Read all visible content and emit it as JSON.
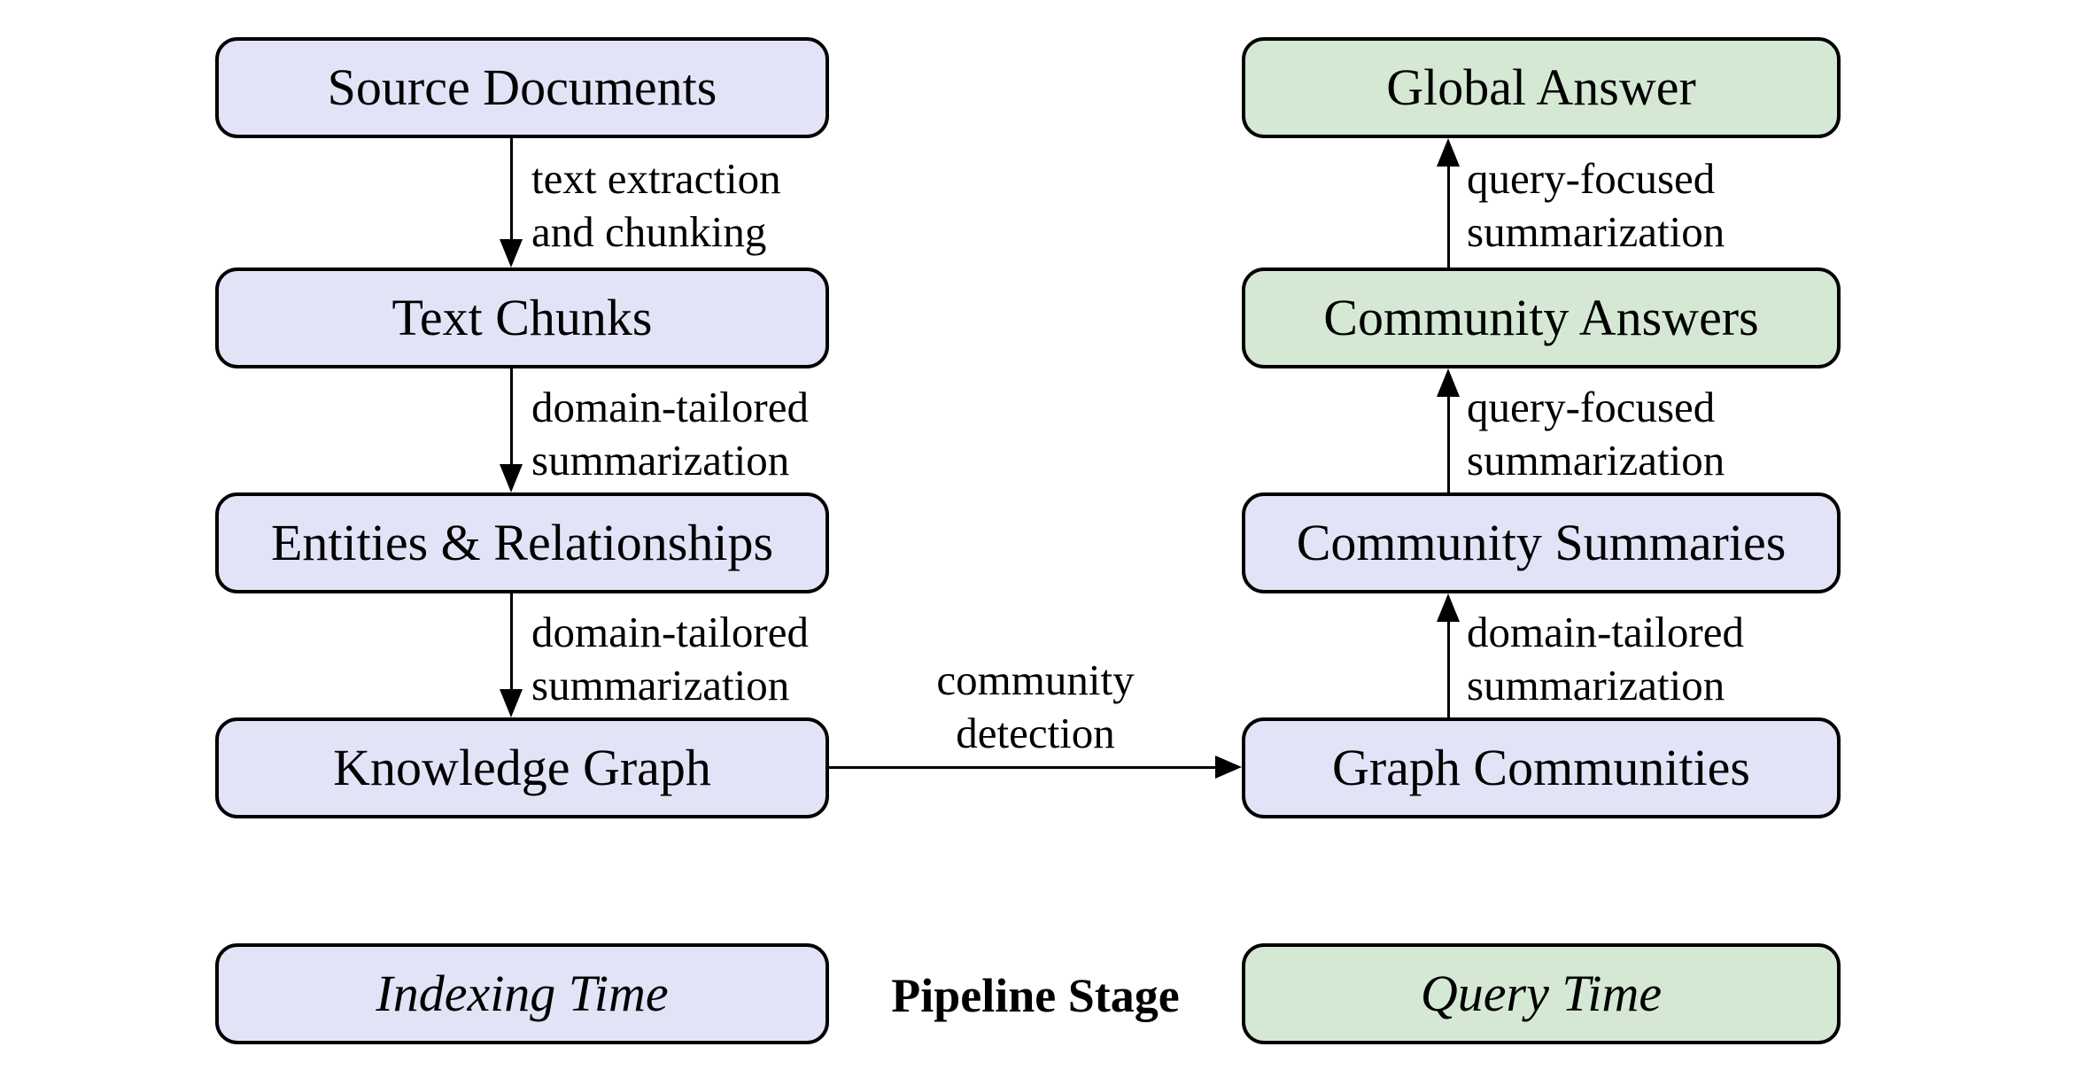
{
  "colors": {
    "indexing_fill": "#E3E3F8",
    "query_fill": "#D5E8D4",
    "border": "#000000",
    "background": "#FFFFFF",
    "text": "#000000"
  },
  "nodes": {
    "source_documents": {
      "label": "Source Documents"
    },
    "text_chunks": {
      "label": "Text Chunks"
    },
    "entities_relationships": {
      "label": "Entities & Relationships"
    },
    "knowledge_graph": {
      "label": "Knowledge Graph"
    },
    "global_answer": {
      "label": "Global Answer"
    },
    "community_answers": {
      "label": "Community Answers"
    },
    "community_summaries": {
      "label": "Community Summaries"
    },
    "graph_communities": {
      "label": "Graph Communities"
    }
  },
  "edges": {
    "extract": {
      "line1": "text extraction",
      "line2": "and chunking",
      "from": "Source Documents",
      "to": "Text Chunks",
      "direction": "down"
    },
    "summarize1": {
      "line1": "domain-tailored",
      "line2": "summarization",
      "from": "Text Chunks",
      "to": "Entities & Relationships",
      "direction": "down"
    },
    "summarize2": {
      "line1": "domain-tailored",
      "line2": "summarization",
      "from": "Entities & Relationships",
      "to": "Knowledge Graph",
      "direction": "down"
    },
    "detect": {
      "line1": "community",
      "line2": "detection",
      "from": "Knowledge Graph",
      "to": "Graph Communities",
      "direction": "right"
    },
    "summarize3": {
      "line1": "domain-tailored",
      "line2": "summarization",
      "from": "Graph Communities",
      "to": "Community Summaries",
      "direction": "up"
    },
    "qfs1": {
      "line1": "query-focused",
      "line2": "summarization",
      "from": "Community Summaries",
      "to": "Community Answers",
      "direction": "up"
    },
    "qfs2": {
      "line1": "query-focused",
      "line2": "summarization",
      "from": "Community Answers",
      "to": "Global Answer",
      "direction": "up"
    }
  },
  "legend": {
    "indexing": "Indexing Time",
    "stage": "Pipeline Stage",
    "query": "Query Time"
  }
}
